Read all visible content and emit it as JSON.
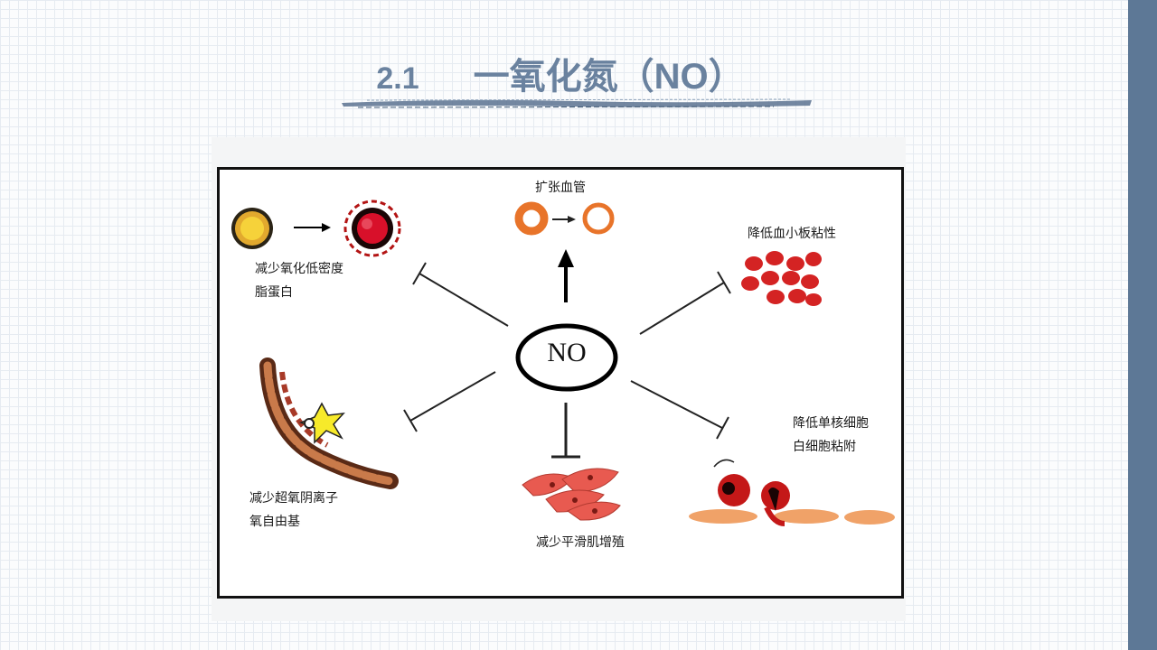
{
  "slide": {
    "section_number": "2.1",
    "title": "一氧化氮（NO）"
  },
  "diagram": {
    "center": "NO",
    "effects": {
      "vasodilation": "扩张血管",
      "ldl_line1": "减少氧化低密度",
      "ldl_line2": "脂蛋白",
      "platelet": "降低血小板粘性",
      "superoxide_line1": "减少超氧阴离子",
      "superoxide_line2": "氧自由基",
      "smooth_muscle": "减少平滑肌增殖",
      "monocyte_line1": "降低单核细胞",
      "monocyte_line2": "白细胞粘附"
    }
  },
  "colors": {
    "title": "#6a829f",
    "side_band": "#5d7896",
    "vessel": "#e8742a",
    "platelet": "#d42323",
    "smooth_muscle": "#e85a50",
    "monocyte": "#c41818",
    "endothelium": "#f0a268"
  }
}
